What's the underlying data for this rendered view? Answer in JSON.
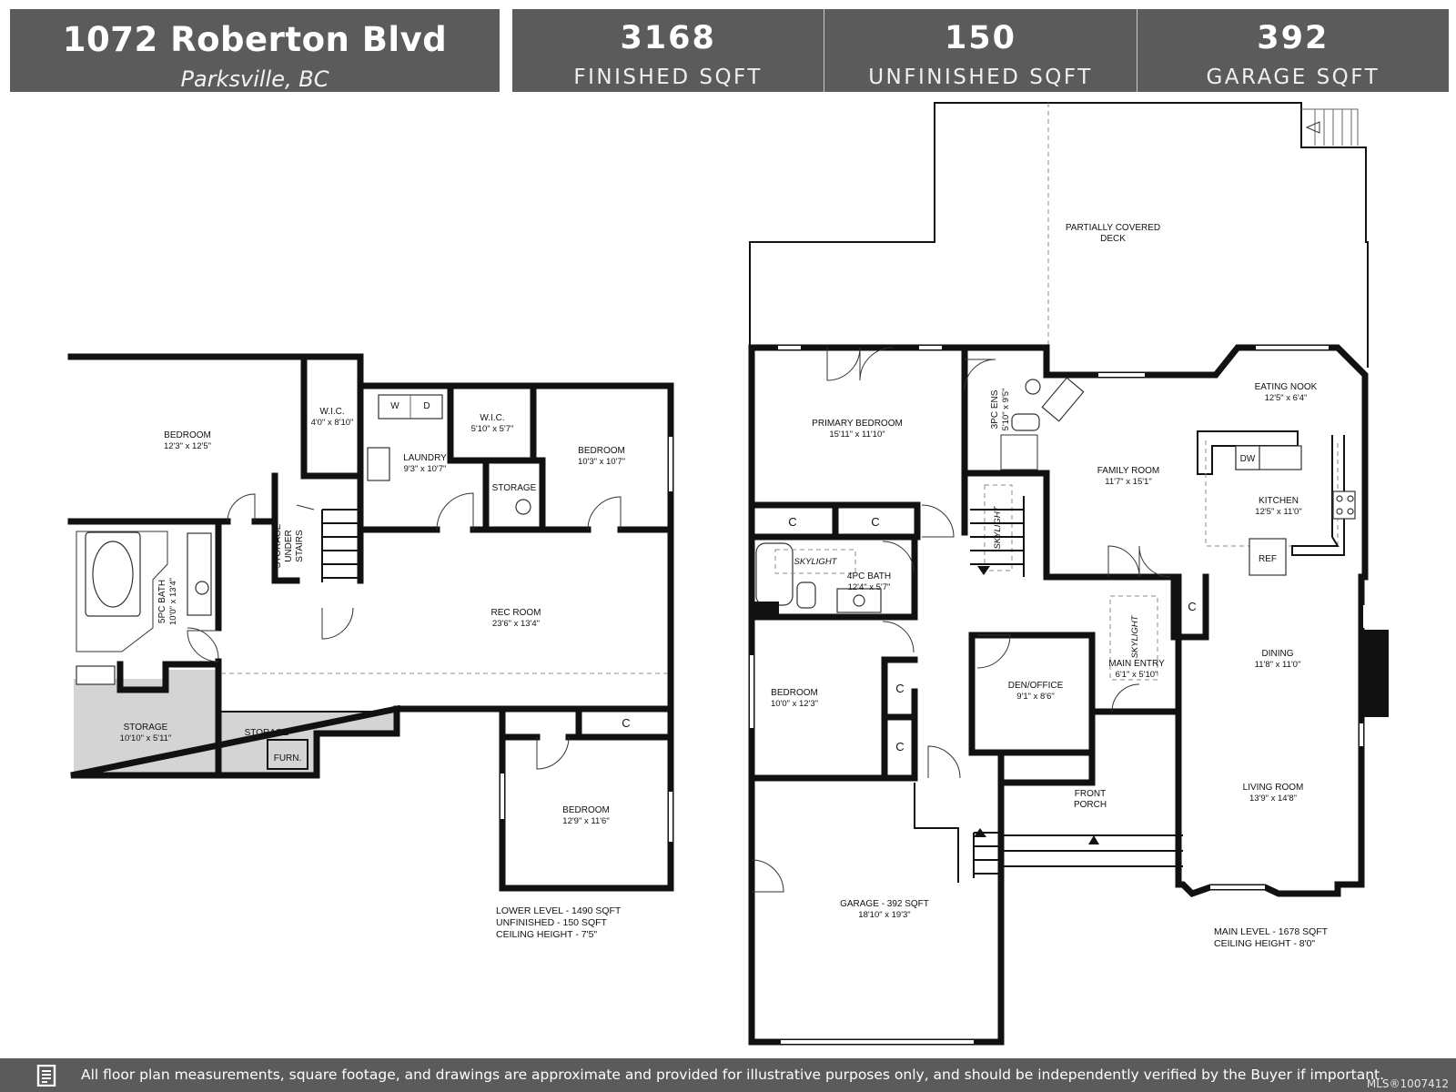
{
  "header": {
    "address": "1072 Roberton Blvd",
    "city": "Parksville, BC",
    "stats": [
      {
        "value": "3168",
        "label": "FINISHED SQFT"
      },
      {
        "value": "150",
        "label": "UNFINISHED SQFT"
      },
      {
        "value": "392",
        "label": "GARAGE SQFT"
      }
    ]
  },
  "lower_level": {
    "rooms": {
      "bedroom_a": {
        "name": "BEDROOM",
        "dims": "12'3\" x 12'5\""
      },
      "wic_a": {
        "name": "W.I.C.",
        "dims": "4'0\" x 8'10\""
      },
      "laundry": {
        "name": "LAUNDRY",
        "dims": "9'3\" x 10'7\""
      },
      "wic_b": {
        "name": "W.I.C.",
        "dims": "5'10\" x 5'7\""
      },
      "bedroom_b": {
        "name": "BEDROOM",
        "dims": "10'3\" x 10'7\""
      },
      "storage_small": {
        "name": "STORAGE"
      },
      "storage_under_stairs": {
        "line1": "STORAGE",
        "line2": "UNDER",
        "line3": "STAIRS"
      },
      "bath_5pc": {
        "name": "5PC BATH",
        "dims": "10'0\" x 13'4\""
      },
      "rec_room": {
        "name": "REC ROOM",
        "dims": "23'6\" x 13'4\""
      },
      "storage_a": {
        "name": "STORAGE",
        "dims": "10'10\" x 5'11\""
      },
      "storage_b": {
        "name": "STORAGE"
      },
      "furnace": {
        "name": "FURN."
      },
      "bedroom_c": {
        "name": "BEDROOM",
        "dims": "12'9\" x 11'6\""
      },
      "closet": {
        "name": "C"
      }
    },
    "appliances": {
      "washer": "W",
      "dryer": "D"
    },
    "notes": [
      "LOWER LEVEL - 1490 SQFT",
      "UNFINISHED - 150 SQFT",
      "CEILING HEIGHT - 7'5\""
    ]
  },
  "main_level": {
    "rooms": {
      "deck": {
        "line1": "PARTIALLY COVERED",
        "line2": "DECK"
      },
      "primary_bedroom": {
        "name": "PRIMARY BEDROOM",
        "dims": "15'11\" x 11'10\""
      },
      "ens_3pc": {
        "name": "3PC ENS",
        "dims": "5'10\" x 9'5\""
      },
      "family_room": {
        "name": "FAMILY ROOM",
        "dims": "11'7\" x 15'1\""
      },
      "eating_nook": {
        "name": "EATING NOOK",
        "dims": "12'5\" x 6'4\""
      },
      "kitchen": {
        "name": "KITCHEN",
        "dims": "12'5\" x 11'0\""
      },
      "bath_4pc": {
        "name": "4PC BATH",
        "dims": "12'4\" x 5'7\""
      },
      "bedroom": {
        "name": "BEDROOM",
        "dims": "10'0\" x 12'3\""
      },
      "den_office": {
        "name": "DEN/OFFICE",
        "dims": "9'1\" x 8'6\""
      },
      "main_entry": {
        "name": "MAIN ENTRY",
        "dims": "6'1\" x 5'10\""
      },
      "dining": {
        "name": "DINING",
        "dims": "11'8\" x 11'0\""
      },
      "front_porch": {
        "line1": "FRONT",
        "line2": "PORCH"
      },
      "living_room": {
        "name": "LIVING ROOM",
        "dims": "13'9\" x 14'8\""
      },
      "garage": {
        "name": "GARAGE - 392 SQFT",
        "dims": "18'10\" x 19'3\""
      }
    },
    "closet": "C",
    "skylight": "SKYLIGHT",
    "appliances": {
      "dishwasher": "DW",
      "fridge": "REF"
    },
    "notes": [
      "MAIN LEVEL - 1678 SQFT",
      "CEILING HEIGHT - 8'0\""
    ]
  },
  "footer": {
    "disclaimer": "All floor plan measurements, square footage, and drawings are approximate and provided for illustrative purposes only, and should be independently verified by the Buyer if important.",
    "mls": "MLS®1007412"
  },
  "colors": {
    "header_bg": "#5b5b5b",
    "storage_fill": "#d4d4d4",
    "wall": "#111111"
  }
}
